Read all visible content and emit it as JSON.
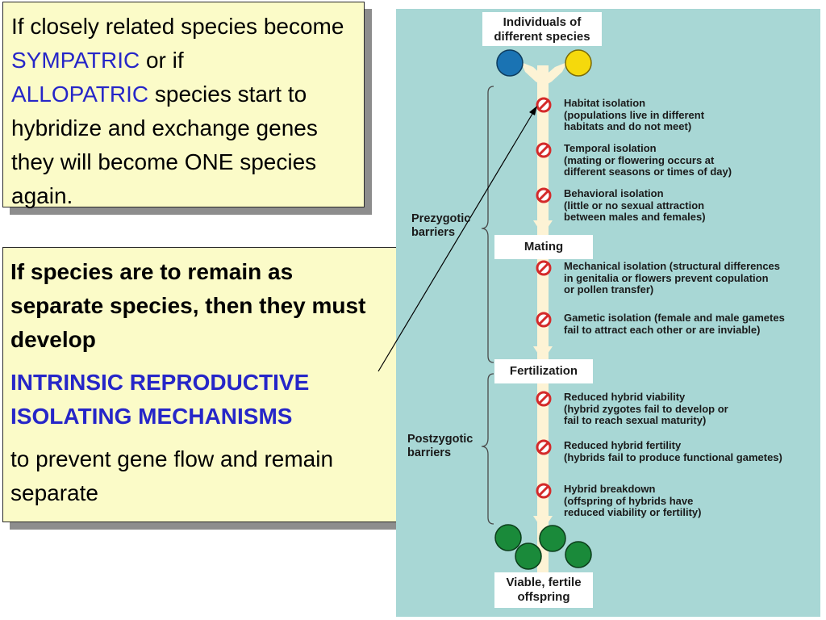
{
  "note1": {
    "t1": "If closely related species become ",
    "sympatric": "SYMPATRIC",
    "t2": " or if",
    "allopatric": "ALLOPATRIC",
    "t3": " species start to hybridize and exchange genes they will become ONE species again."
  },
  "note2": {
    "lead": "If species are to remain as separate species, then they must develop",
    "mechanisms": "INTRINSIC REPRODUCTIVE ISOLATING MECHANISMS",
    "tail": "to prevent gene flow and remain separate"
  },
  "diagram": {
    "top_box": "Individuals of\ndifferent species",
    "mating": "Mating",
    "fertilization": "Fertilization",
    "bottom_box": "Viable, fertile\noffspring",
    "prezygotic": "Prezygotic\nbarriers",
    "postzygotic": "Postzygotic\nbarriers",
    "barriers": [
      {
        "label": "Habitat isolation",
        "desc": "(populations live in different\nhabitats and do not meet)"
      },
      {
        "label": "Temporal isolation",
        "desc": "(mating or flowering occurs at\ndifferent seasons or times of day)"
      },
      {
        "label": "Behavioral isolation",
        "desc": "(little or no sexual attraction\nbetween males and females)"
      },
      {
        "label": "Mechanical isolation (structural differences",
        "desc": "in genitalia or flowers prevent copulation\nor pollen transfer)"
      },
      {
        "label": "Gametic isolation (female and male gametes",
        "desc": "fail to attract each other or are inviable)"
      },
      {
        "label": "Reduced hybrid viability",
        "desc": "(hybrid zygotes fail to develop or\nfail to reach sexual maturity)"
      },
      {
        "label": "Reduced hybrid fertility",
        "desc": "(hybrids fail to produce functional gametes)"
      },
      {
        "label": "Hybrid breakdown",
        "desc": "(offspring of hybrids have\nreduced viability or fertility)"
      }
    ],
    "colors": {
      "background": "#a8d7d5",
      "species_a": "#1a73b3",
      "species_b": "#f5d90c",
      "offspring": "#1a8a3a",
      "flow": "#fdf3d5",
      "stop": "#d42a2a"
    }
  }
}
